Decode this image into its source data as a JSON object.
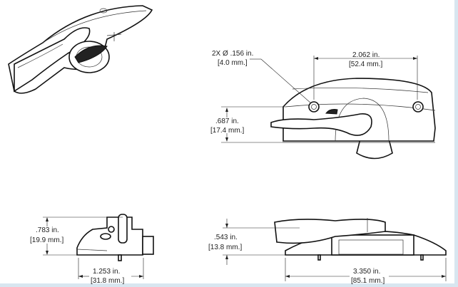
{
  "drawing": {
    "front_view": {
      "hole_callout": {
        "line1": "2X Ø .156 in.",
        "line2": "[4.0 mm.]"
      },
      "hole_spacing": {
        "line1": "2.062 in.",
        "line2": "[52.4 mm.]"
      },
      "height": {
        "line1": ".687 in.",
        "line2": "[17.4 mm.]"
      }
    },
    "side_view": {
      "height": {
        "line1": ".783 in.",
        "line2": "[19.9 mm.]"
      },
      "width": {
        "line1": "1.253 in.",
        "line2": "[31.8 mm.]"
      }
    },
    "bottom_view": {
      "height": {
        "line1": ".543 in.",
        "line2": "[13.8 mm.]"
      },
      "length": {
        "line1": "3.350 in.",
        "line2": "[85.1 mm.]"
      }
    }
  },
  "colors": {
    "frame": "#d8e6f0",
    "line": "#111111"
  }
}
